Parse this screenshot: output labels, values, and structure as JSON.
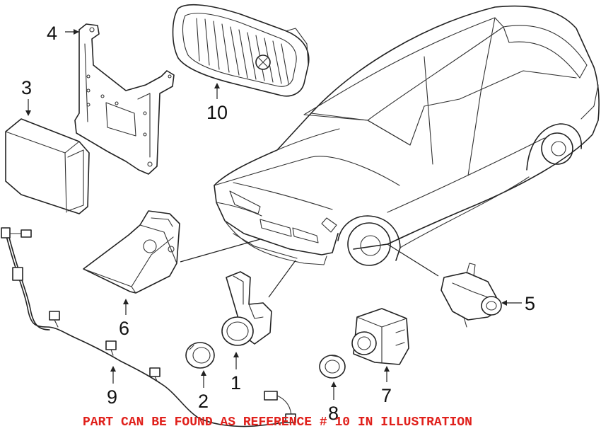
{
  "callouts": {
    "c1": "1",
    "c2": "2",
    "c3": "3",
    "c4": "4",
    "c5": "5",
    "c6": "6",
    "c7": "7",
    "c8": "8",
    "c9": "9",
    "c10": "10"
  },
  "caption": "PART CAN BE FOUND AS REFERENCE # 10 IN ILLUSTRATION",
  "colors": {
    "caption": "#e0201b",
    "line": "#222222",
    "background": "#ffffff"
  }
}
